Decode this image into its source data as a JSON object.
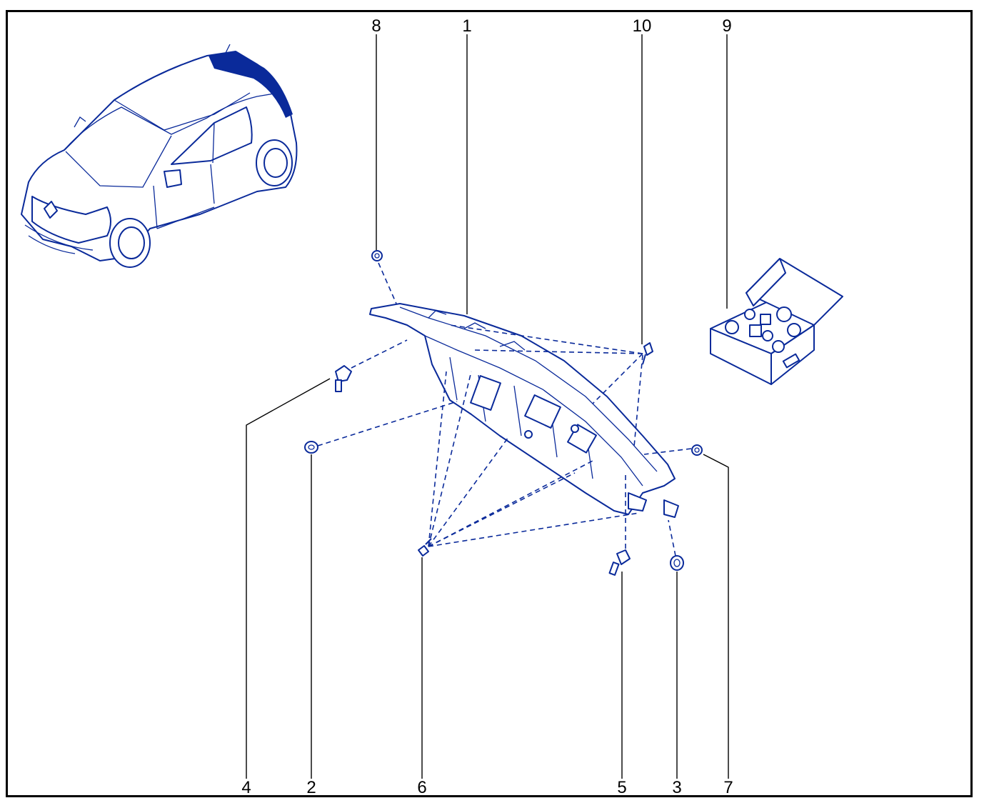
{
  "diagram": {
    "colors": {
      "line": "#0a2a9a",
      "label": "#000000",
      "frame": "#000000",
      "background": "#ffffff"
    },
    "callouts": [
      {
        "id": "1",
        "label": "1"
      },
      {
        "id": "2",
        "label": "2"
      },
      {
        "id": "3",
        "label": "3"
      },
      {
        "id": "4",
        "label": "4"
      },
      {
        "id": "5",
        "label": "5"
      },
      {
        "id": "6",
        "label": "6"
      },
      {
        "id": "7",
        "label": "7"
      },
      {
        "id": "8",
        "label": "8"
      },
      {
        "id": "9",
        "label": "9"
      },
      {
        "id": "10",
        "label": "10"
      }
    ]
  }
}
